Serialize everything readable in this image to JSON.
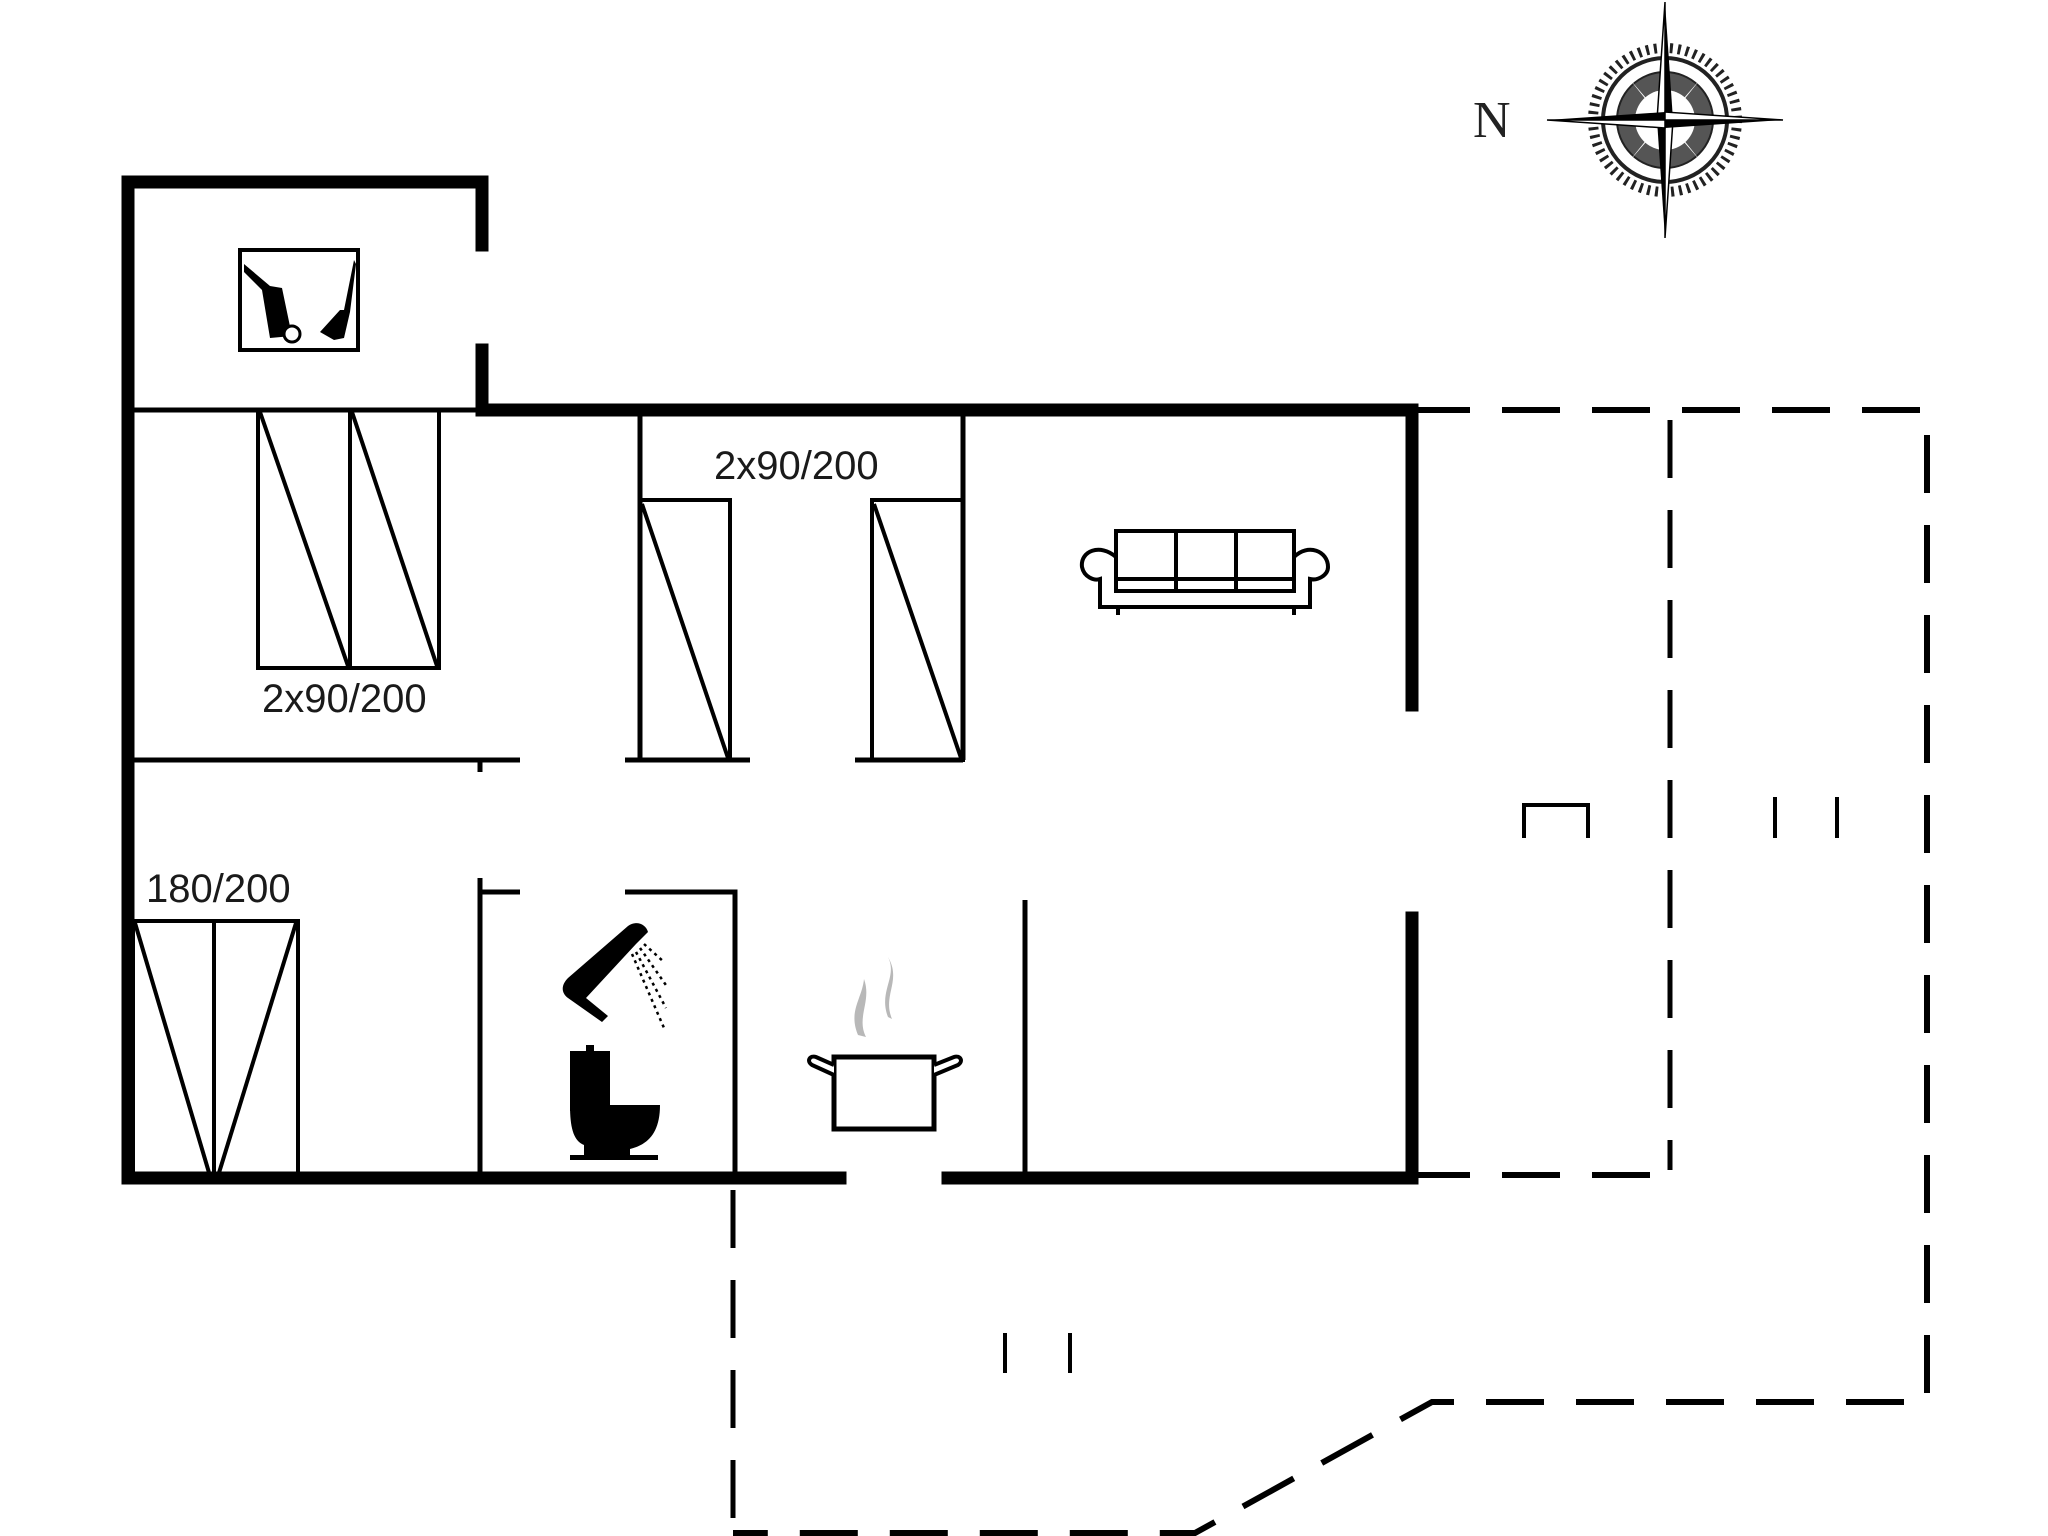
{
  "compass": {
    "north_label": "N",
    "icon": "compass-rose-icon"
  },
  "rooms": [
    {
      "id": "storage",
      "icon": "cleaning-tools-icon"
    },
    {
      "id": "bedroom-1",
      "bed_label": "2x90/200"
    },
    {
      "id": "bedroom-2",
      "bed_label": "2x90/200"
    },
    {
      "id": "bedroom-3",
      "bed_label": "180/200"
    },
    {
      "id": "bathroom",
      "icons": [
        "shower-icon",
        "toilet-icon"
      ]
    },
    {
      "id": "kitchen",
      "icon": "cooking-pot-icon"
    },
    {
      "id": "living-room",
      "icon": "sofa-icon"
    },
    {
      "id": "covered-terrace"
    },
    {
      "id": "terrace"
    }
  ],
  "labels": {
    "bed_top_left": "2x90/200",
    "bed_top_middle": "2x90/200",
    "bed_bottom_left": "180/200"
  },
  "colors": {
    "wall": "#000000",
    "steam": "#b8b8b8",
    "background": "#ffffff"
  }
}
